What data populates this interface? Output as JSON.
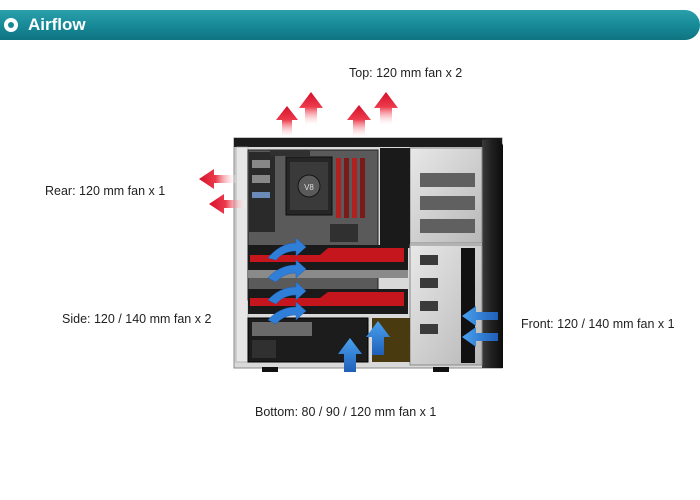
{
  "header": {
    "title": "Airflow"
  },
  "labels": {
    "top": "Top: 120 mm fan x 2",
    "rear": "Rear: 120 mm fan x 1",
    "side": "Side: 120 / 140 mm fan x 2",
    "front": "Front: 120 / 140 mm fan x 1",
    "bottom": "Bottom: 80 / 90 / 120 mm fan x 1"
  },
  "colors": {
    "header": "#168896",
    "exhaust_arrow": "#e8253b",
    "intake_arrow": "#2f7fd8",
    "gpu_shroud": "#c4161c"
  }
}
